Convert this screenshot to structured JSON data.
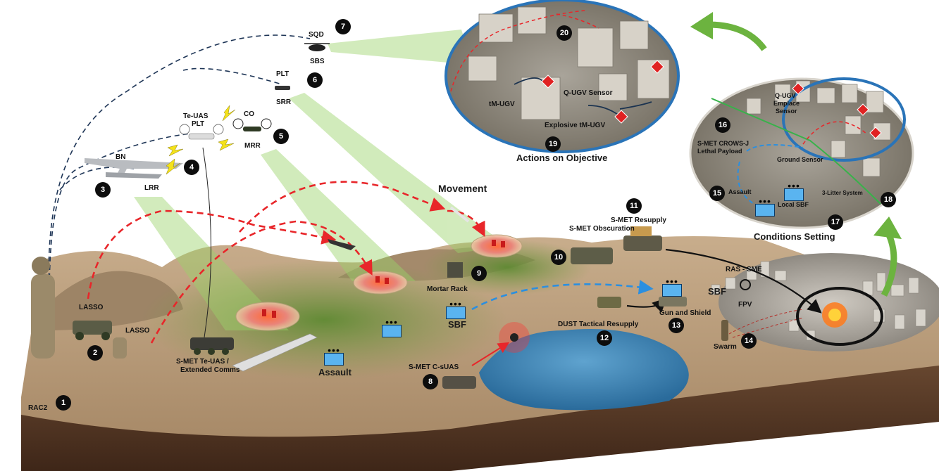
{
  "titles": {
    "movement": "Movement",
    "actions_on_objective": "Actions on Objective",
    "conditions_setting": "Conditions Setting"
  },
  "labels": {
    "rac2": "RAC2",
    "lasso_a": "LASSO",
    "lasso_b": "LASSO",
    "bn": "BN",
    "lrr": "LRR",
    "te_uas": "Te-UAS",
    "te_plt": "PLT",
    "co": "CO",
    "mrr": "MRR",
    "plt": "PLT",
    "srr": "SRR",
    "sqd": "SQD",
    "sbs": "SBS",
    "smet_te_uas": "S-MET Te-UAS /",
    "extended_comms": "Extended Comms",
    "assault": "Assault",
    "sbf": "SBF",
    "mortar_rack": "Mortar Rack",
    "smet_cuas": "S-MET C-sUAS",
    "dust_resupply": "DUST Tactical Resupply",
    "smet_resupply": "S-MET Resupply",
    "smet_obscuration": "S-MET Obscuration",
    "ras_sme": "RAS - SME",
    "sbf_right": "SBF",
    "fpv": "FPV",
    "gun_shield": "Gun and Shield",
    "swarm": "Swarm",
    "tm_ugv": "tM-UGV",
    "q_ugv_sensor": "Q-UGV Sensor",
    "explosive_tm_ugv": "Explosive tM-UGV",
    "q_ugv_emplace_1": "Q-UGV",
    "q_ugv_emplace_2": "Emplace",
    "q_ugv_emplace_3": "Sensor",
    "crows_1": "S-MET CROWS-J",
    "crows_2": "Lethal Payload",
    "ground_sensor": "Ground Sensor",
    "cs_assault": "Assault",
    "local_sbf": "Local SBF",
    "litter": "3-Litter System"
  },
  "badges": [
    "1",
    "2",
    "3",
    "4",
    "5",
    "6",
    "7",
    "8",
    "9",
    "10",
    "11",
    "12",
    "13",
    "14",
    "15",
    "16",
    "17",
    "18",
    "19",
    "20"
  ],
  "colors": {
    "route_red": "#e8262a",
    "route_blue": "#2b8fe0",
    "comms_dash": "#1e3556",
    "sensor_beam": "#9bd36a",
    "arrow_green": "#6cb33f",
    "inset_ring": "#2a74b8",
    "objective_ring": "#111111",
    "ground": "#b39372",
    "vegetation": "#6f8f3e",
    "water": "#3b82b4",
    "soil": "#5b3c26"
  },
  "icons": [
    "soldier-icon",
    "vehicle-icon",
    "drone-icon",
    "helicopter-icon",
    "uav-fixed-wing-icon",
    "ugv-icon",
    "mortar-icon",
    "explosion-icon",
    "target-diamond-icon",
    "building-icon",
    "city-icon"
  ]
}
